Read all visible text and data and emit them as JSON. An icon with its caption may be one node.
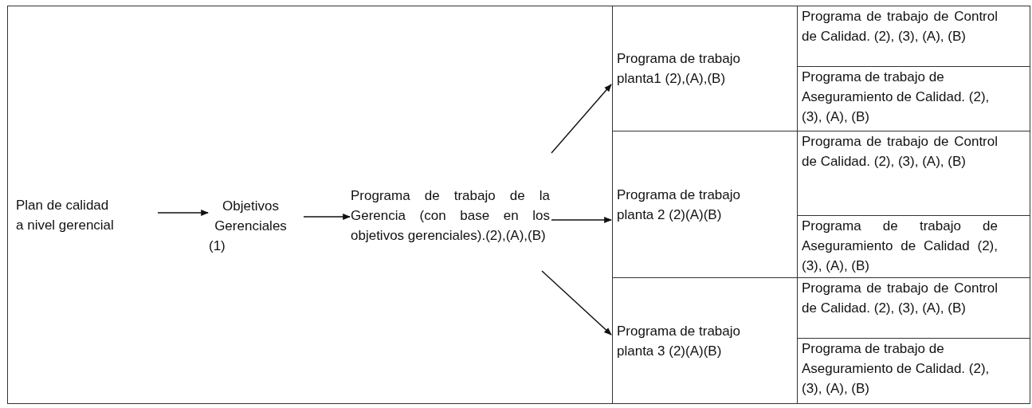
{
  "diagram": {
    "nodes": [
      {
        "text": [
          "Plan de calidad a nivel gerencial"
        ]
      },
      {
        "text": [
          "Objetivos Gerenciales (1)"
        ]
      },
      {
        "text": [
          "Programa de trabajo de la Gerencia (con base en los objetivos gerenciales).(2),(A),(B)"
        ]
      },
      {
        "text": [
          "Programa de trabajo planta1 (2),(A),(B)"
        ]
      },
      {
        "text": [
          "Programa de trabajo de Control de Calidad. (2), (3), (A), (B)"
        ]
      },
      {
        "text": [
          "Programa de trabajo de Aseguramiento de Calidad. (2), (3), (A), (B)"
        ]
      },
      {
        "text": [
          "Programa de trabajo planta 2 (2)(A)(B)"
        ]
      },
      {
        "text": [
          "Programa de trabajo de Control de Calidad. (2), (3), (A), (B)"
        ]
      },
      {
        "text": [
          "Programa de trabajo de Aseguramiento de Calidad (2), (3), (A), (B)"
        ]
      },
      {
        "text": [
          "Programa de trabajo planta 3 (2)(A)(B)"
        ]
      },
      {
        "text": [
          "Programa de trabajo de Control de Calidad. (2), (3), (A), (B)"
        ]
      },
      {
        "text": [
          "Programa de trabajo de Aseguramiento de Calidad. (2), (3), (A), (B)"
        ]
      }
    ],
    "edges": [
      {
        "from": 0,
        "to": 1,
        "arrow": "to"
      },
      {
        "from": 1,
        "to": 2,
        "arrow": "to"
      },
      {
        "from": 2,
        "to": 3,
        "arrow": "to"
      },
      {
        "from": 2,
        "to": 6,
        "arrow": "to"
      },
      {
        "from": 2,
        "to": 9,
        "arrow": "to"
      }
    ]
  }
}
